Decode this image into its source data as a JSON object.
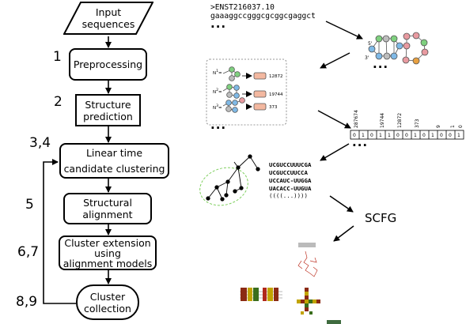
{
  "flowchart": {
    "steps": [
      {
        "number": "",
        "label": "Input\nsequences"
      },
      {
        "number": "1",
        "label": "Preprocessing"
      },
      {
        "number": "2",
        "label": "Structure\nprediction"
      },
      {
        "number": "3,4",
        "label": "Linear time\ncandidate clustering"
      },
      {
        "number": "5",
        "label": "Structural\nalignment"
      },
      {
        "number": "6,7",
        "label": "Cluster extension\nusing\nalignment models"
      },
      {
        "number": "8,9",
        "label": "Cluster\ncollection"
      }
    ]
  },
  "illustration": {
    "sequence_header": ">ENST216037.10",
    "sequence": "gaaaggccgggcgcggcgaggct",
    "ellipsis": "...",
    "hash_rows": [
      {
        "index": "1",
        "value": "12872"
      },
      {
        "index": "2",
        "value": "19744"
      },
      {
        "index": "3",
        "value": "373"
      }
    ],
    "vector_column_labels": [
      "287674",
      "19744",
      "12872",
      "373",
      "9",
      "1",
      "0"
    ],
    "vector_values": [
      "0",
      "1",
      "0",
      "1",
      "1",
      "0",
      "0",
      "1",
      "0",
      "1",
      "0",
      "0",
      "1"
    ],
    "alignment_rows": [
      "UCGUCCUUUCGA",
      "UCGUCCUUCCA",
      "UCCAUC-UUGGA",
      "UACACC-UUGUA",
      "((((...))))"
    ],
    "scfg_label": "SCFG"
  },
  "colors": {
    "node_green": "#7fd07f",
    "node_blue": "#7fb9e6",
    "node_pink": "#e89aa0",
    "node_orange": "#e8a040",
    "node_gray": "#bdbdbd",
    "hash_box": "#f3b8a0",
    "cluster_outline": "#7fcf5f"
  }
}
